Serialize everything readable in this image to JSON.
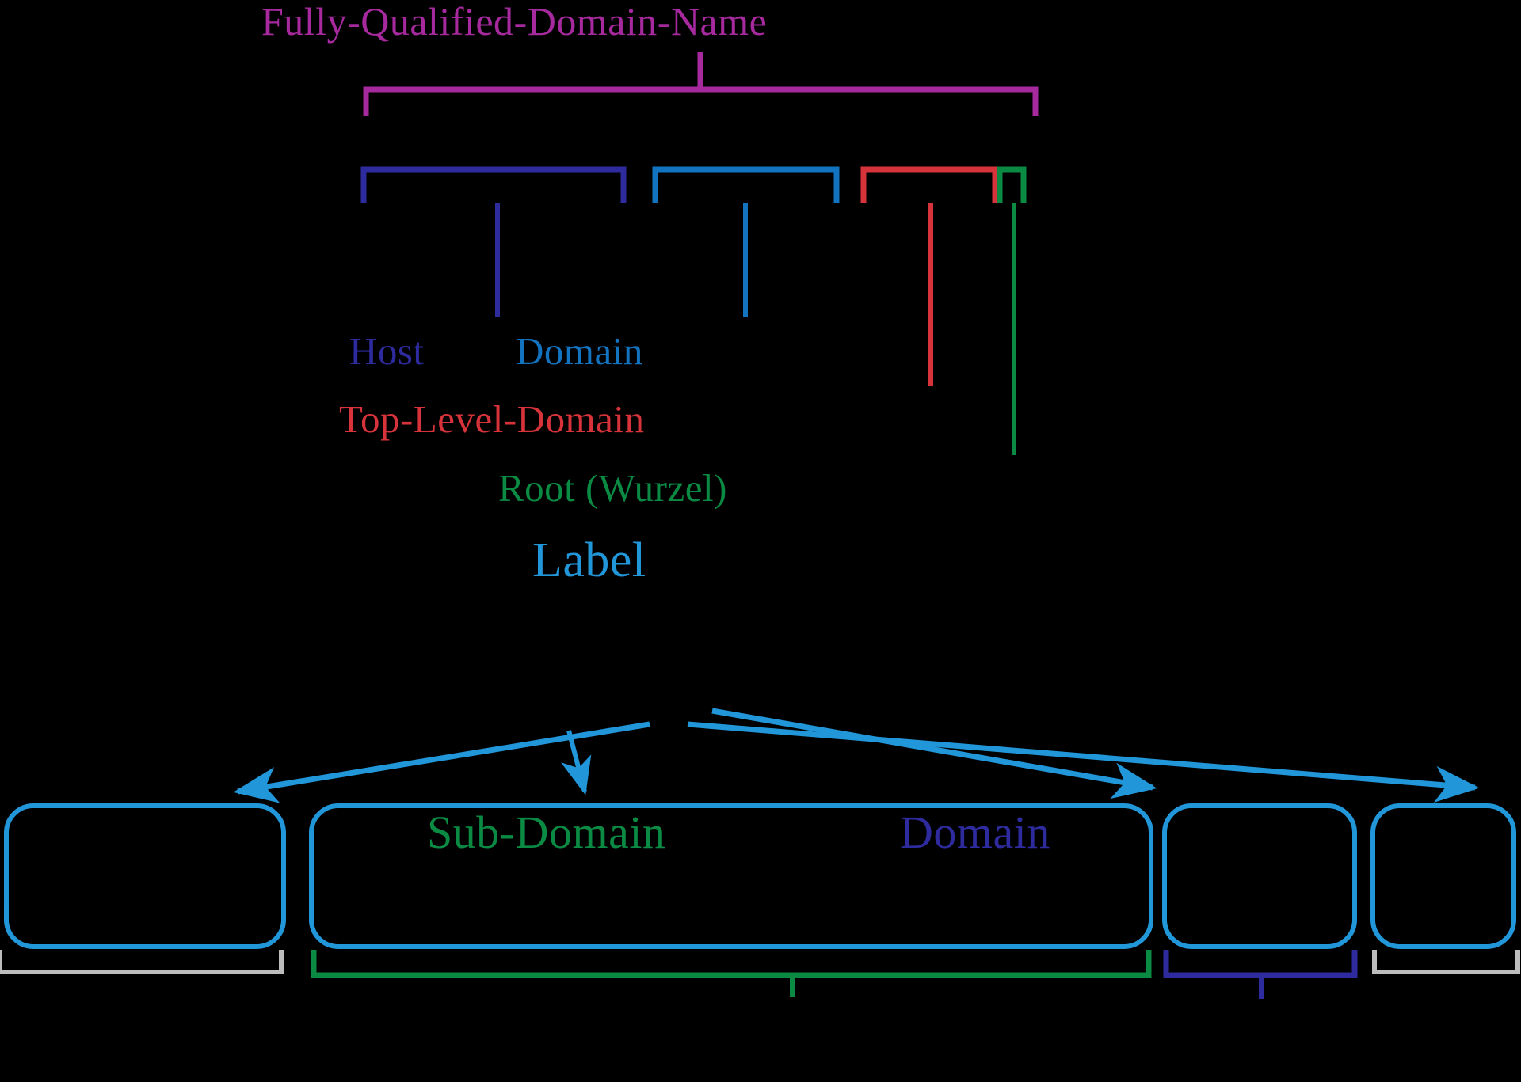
{
  "diagram": {
    "title": "DNS Fully-Qualified-Domain-Name structure",
    "background_color": "#000000"
  },
  "top_section": {
    "fqdn_label": "Fully-Qualified-Domain-Name",
    "parts": [
      {
        "key": "host",
        "label": "Host",
        "color": "#2e2b9e"
      },
      {
        "key": "domain",
        "label": "Domain",
        "color": "#1273c0"
      },
      {
        "key": "tld",
        "label": "Top-Level-Domain",
        "color": "#d7333a"
      },
      {
        "key": "root",
        "label": "Root (Wurzel)",
        "color": "#0a8a43"
      }
    ],
    "fqdn_color": "#a62a9e"
  },
  "bottom_section": {
    "label_callout": "Label",
    "label_color": "#2196d9",
    "arrow_count": 4,
    "boxes": [
      {
        "key": "box-1",
        "text": "",
        "color": "#2196d9"
      },
      {
        "key": "box-2",
        "text": "",
        "color": "#2196d9"
      },
      {
        "key": "box-3",
        "text": "",
        "color": "#2196d9"
      },
      {
        "key": "box-4",
        "text": "",
        "color": "#2196d9"
      }
    ],
    "brackets": [
      {
        "key": "bracket-left-gray",
        "label": "",
        "color": "#bdbdbd"
      },
      {
        "key": "bracket-subdomain",
        "label": "Sub-Domain",
        "color": "#0a8a43"
      },
      {
        "key": "bracket-domain",
        "label": "Domain",
        "color": "#2e2b9e"
      },
      {
        "key": "bracket-right-gray",
        "label": "",
        "color": "#bdbdbd"
      }
    ],
    "subdomain_label": "Sub-Domain",
    "domain_label": "Domain"
  },
  "colors": {
    "magenta": "#a62a9e",
    "navy": "#2e2b9e",
    "blue": "#1273c0",
    "red": "#d7333a",
    "green": "#0a8a43",
    "light_blue": "#2196d9",
    "gray": "#bdbdbd"
  }
}
